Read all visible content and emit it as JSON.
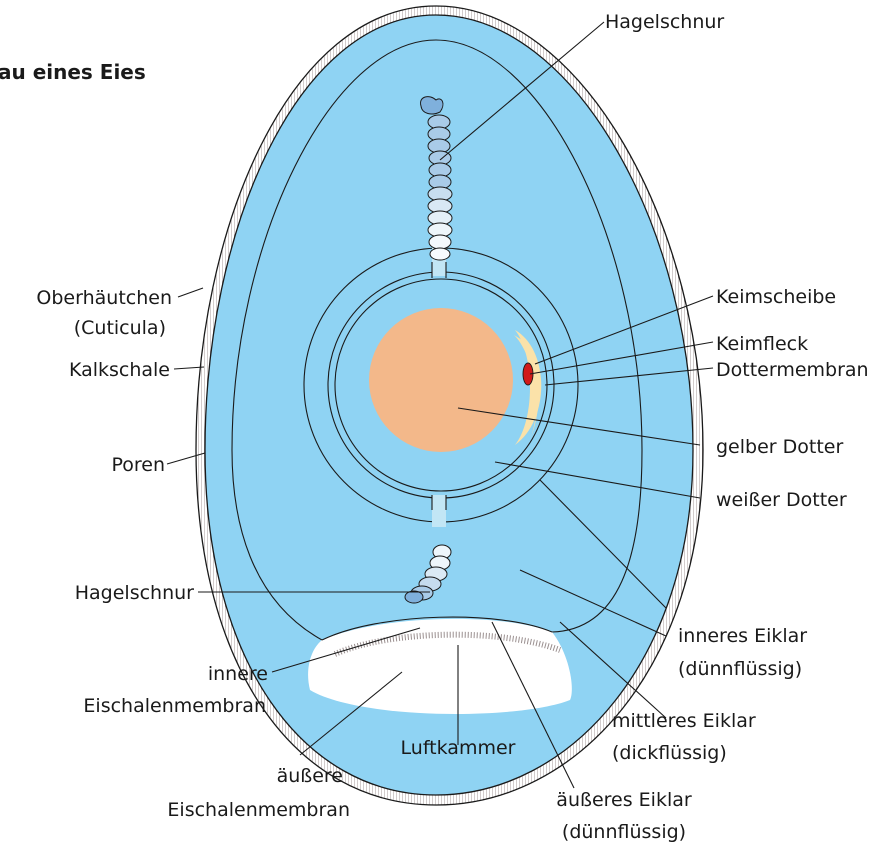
{
  "title": "au eines Eies",
  "labels": {
    "hagelschnur_top": "Hagelschnur",
    "oberhaeutchen_1": "Oberhäutchen",
    "oberhaeutchen_2": "(Cuticula)",
    "kalkschale": "Kalkschale",
    "poren": "Poren",
    "hagelschnur_left": "Hagelschnur",
    "innere_membran_1": "innere",
    "innere_membran_2": "Eischalenmembran",
    "aeussere_membran_1": "äußere",
    "aeussere_membran_2": "Eischalenmembran",
    "luftkammer": "Luftkammer",
    "aeusseres_eiklar_1": "äußeres Eiklar",
    "aeusseres_eiklar_2": "(dünnflüssig)",
    "mittleres_eiklar_1": "mittleres Eiklar",
    "mittleres_eiklar_2": "(dickflüssig)",
    "inneres_eiklar_1": "inneres Eiklar",
    "inneres_eiklar_2": "(dünnflüssig)",
    "keimscheibe": "Keimscheibe",
    "keimfleck": "Keimfleck",
    "dottermembran": "Dottermembran",
    "gelber_dotter": "gelber Dotter",
    "weisser_dotter": "weißer Dotter"
  },
  "colors": {
    "outer_albumen": "#8fd3f3",
    "middle_albumen": "#c2e6f5",
    "chalaza": "#a9cbe8",
    "yolk_white": "#f8d4a0",
    "yolk_yellow": "#f3b88a",
    "germ_disc": "#fbe2a9",
    "germ_spot": "#d11a1a",
    "shell": "#d9d9d9"
  }
}
